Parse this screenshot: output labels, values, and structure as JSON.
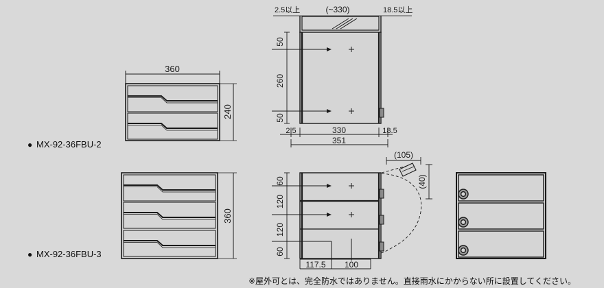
{
  "sheet": {
    "background_color": "#d9d9d9",
    "line_color": "#1a1a1a",
    "fill_color": "#d5d5d5"
  },
  "models": {
    "model_2": {
      "bullet": "●",
      "label": "MX-92-36FBU-2",
      "front_view": {
        "width_label": "360",
        "height_label": "240",
        "compartments": 2
      },
      "side_view": {
        "top_dims": [
          "2.5以上",
          "(~330)",
          "18.5以上"
        ],
        "left_dims": [
          "50",
          "260",
          "50"
        ],
        "bottom_dims": [
          "2.5",
          "330",
          "18.5"
        ],
        "overall_dim": "351"
      }
    },
    "model_3": {
      "bullet": "●",
      "label": "MX-92-36FBU-3",
      "front_view": {
        "height_label": "360",
        "compartments": 3
      },
      "side_view": {
        "left_dims": [
          "60",
          "120",
          "120",
          "60"
        ],
        "bottom_dims": [
          "117.5",
          "100"
        ],
        "door_swing_h": "(105)",
        "door_swing_v": "(40)"
      }
    }
  },
  "right_panel": {
    "name": "three-compartment-front-panel",
    "compartments": 3,
    "lock_icon": "lock-knob-icon"
  },
  "footer": {
    "note": "※屋外可とは、完全防水ではありません。直接雨水にかからない所に設置してください。"
  }
}
